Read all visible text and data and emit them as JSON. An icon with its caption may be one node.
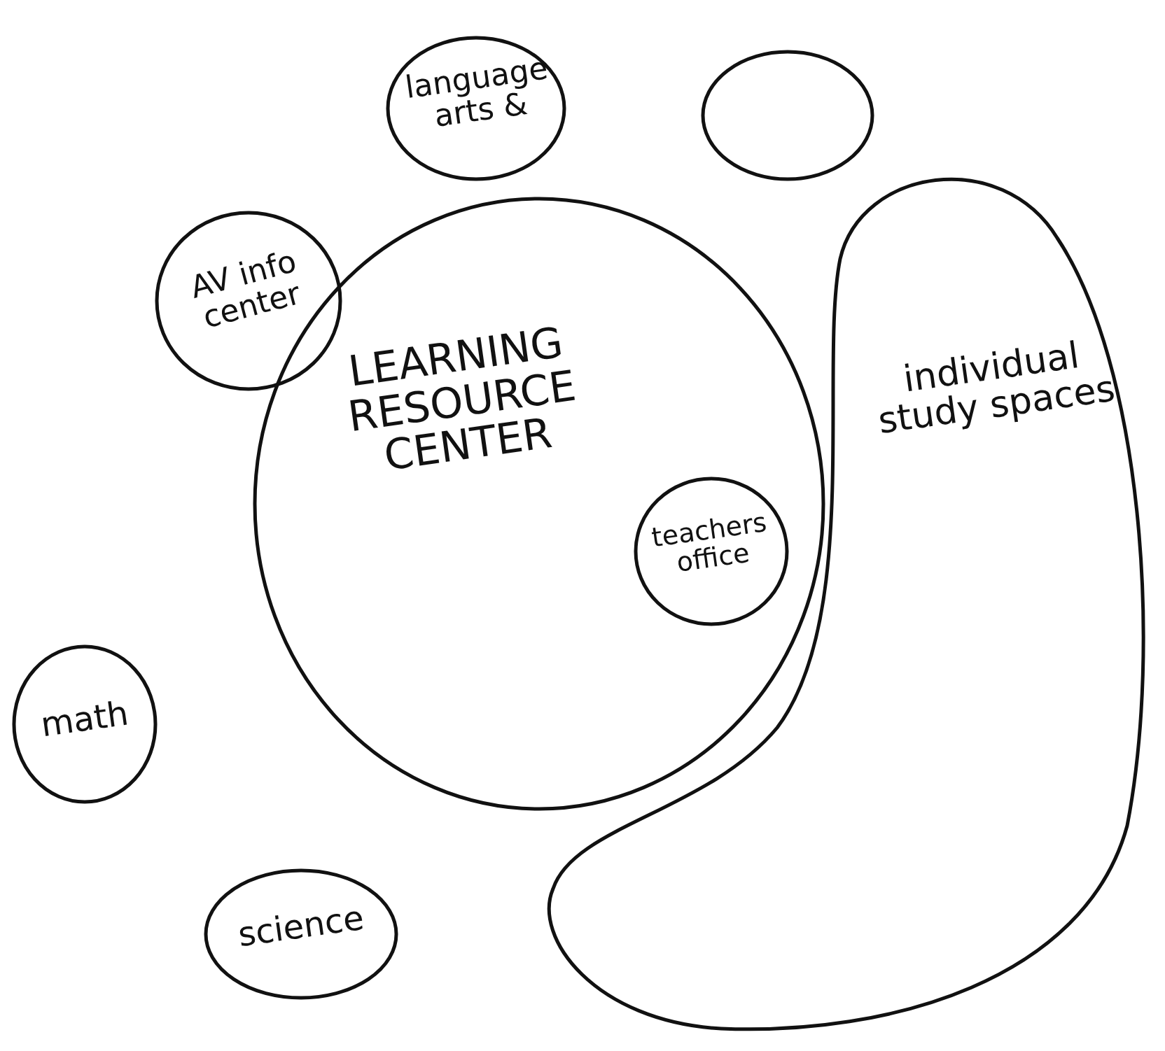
{
  "diagram": {
    "nodes": [
      {
        "text": [
          "language arts &"
        ]
      },
      {
        "text": [],
        "shape": "circle"
      },
      {
        "text": [
          "AV info center"
        ]
      },
      {
        "text": [
          "LEARNING RESOURCE CENTER"
        ]
      },
      {
        "text": [
          "teachers office"
        ],
        "in": 3
      },
      {
        "text": [
          "individual study spaces"
        ]
      },
      {
        "text": [
          "math"
        ]
      },
      {
        "text": [
          "science"
        ]
      }
    ]
  }
}
